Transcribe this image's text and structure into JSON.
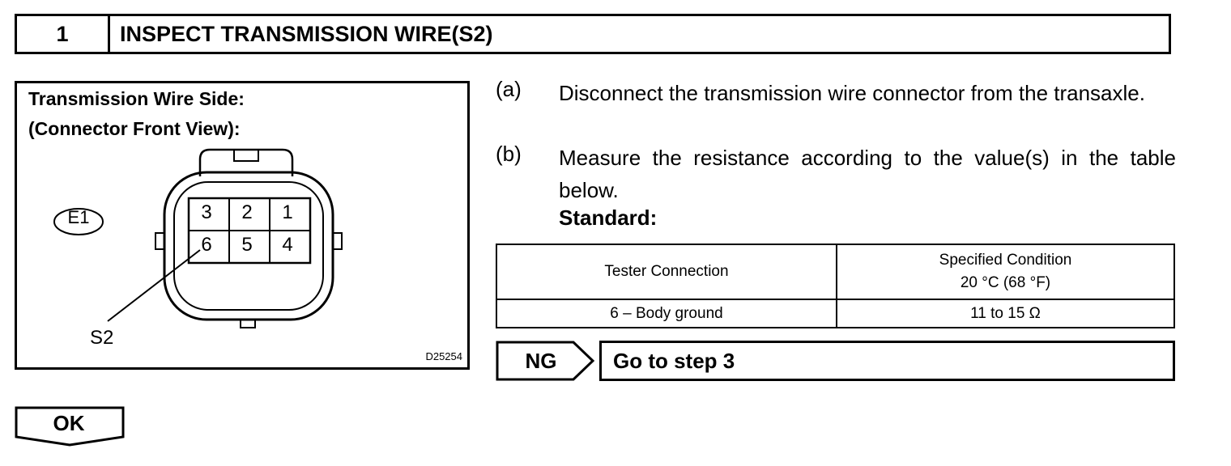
{
  "header": {
    "step_number": "1",
    "title": "INSPECT TRANSMISSION WIRE(S2)"
  },
  "figure": {
    "label_line1": "Transmission Wire Side:",
    "label_line2": "(Connector Front View):",
    "connector_id": "E1",
    "terminals": [
      "3",
      "2",
      "1",
      "6",
      "5",
      "4"
    ],
    "callout": "S2",
    "figure_code": "D25254"
  },
  "instructions": {
    "a_letter": "(a)",
    "a_text": "Disconnect the transmission wire connector from the transaxle.",
    "b_letter": "(b)",
    "b_text": "Measure the resistance according to the value(s) in the table below.",
    "standard_label": "Standard:"
  },
  "table": {
    "header_col1": "Tester Connection",
    "header_col2_line1": "Specified Condition",
    "header_col2_line2": "20 °C (68 °F)",
    "row1_col1": "6 – Body ground",
    "row1_col2": "11 to 15 Ω"
  },
  "ng": {
    "label": "NG",
    "action": "Go to step 3"
  },
  "ok": {
    "label": "OK"
  }
}
